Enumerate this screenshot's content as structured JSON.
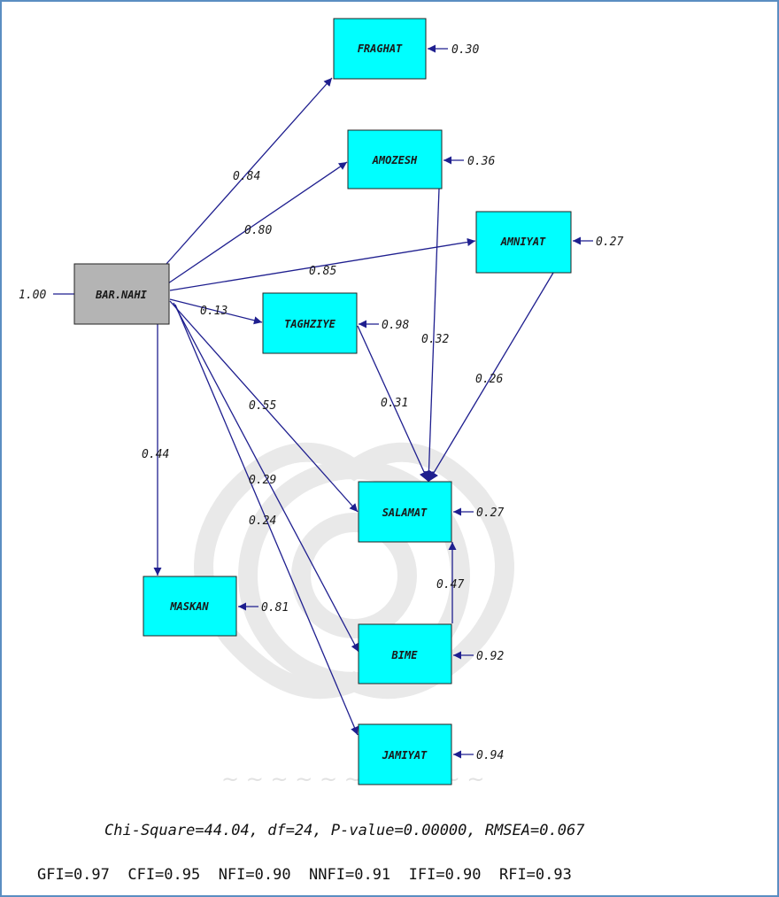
{
  "colors": {
    "frame": "#5a8ec2",
    "node_fill": "#00ffff",
    "exogenous_fill": "#b4b4b4",
    "path": "#1f1f8f",
    "error_arrow": "#1f1f8f",
    "watermark": "#e6e6e6"
  },
  "nodes": {
    "fraghat": "FRAGHAT",
    "amozesh": "AMOZESH",
    "amniyat": "AMNIYAT",
    "barnahi": "BAR.NAHI",
    "taghziye": "TAGHZIYE",
    "salamat": "SALAMAT",
    "maskan": "MASKAN",
    "bime": "BIME",
    "jamiyat": "JAMIYAT"
  },
  "paths": {
    "barnahi_fraghat": "0.84",
    "barnahi_amozesh": "0.80",
    "barnahi_amniyat": "0.85",
    "barnahi_taghziye": "0.13",
    "barnahi_salamat": "0.55",
    "barnahi_maskan": "0.44",
    "barnahi_bime": "0.29",
    "barnahi_jamiyat": "0.24",
    "amozesh_salamat": "0.32",
    "amniyat_salamat": "0.26",
    "taghziye_salamat": "0.31",
    "bime_salamat": "0.47"
  },
  "errors": {
    "barnahi": "1.00",
    "fraghat": "0.30",
    "amozesh": "0.36",
    "amniyat": "0.27",
    "taghziye": "0.98",
    "salamat": "0.27",
    "maskan": "0.81",
    "bime": "0.92",
    "jamiyat": "0.94"
  },
  "fit": {
    "line1": "Chi-Square=44.04, df=24, P-value=0.00000, RMSEA=0.067",
    "line2": "GFI=0.97  CFI=0.95  NFI=0.90  NNFI=0.91  IFI=0.90  RFI=0.93"
  }
}
